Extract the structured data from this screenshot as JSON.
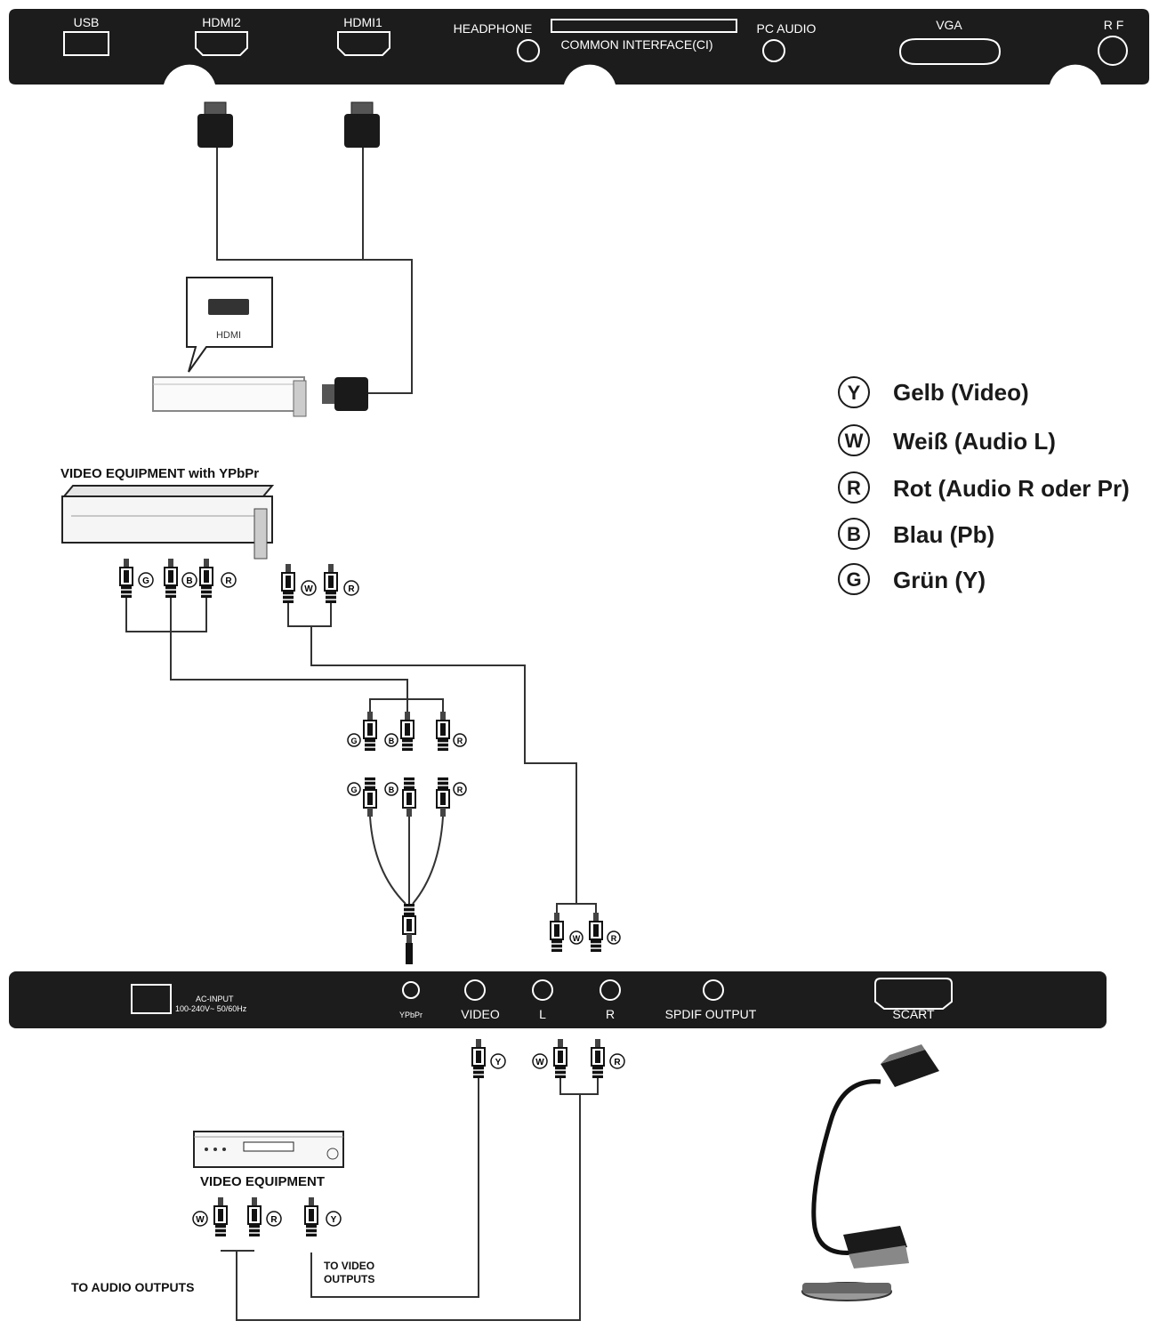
{
  "top_panel": {
    "usb": "USB",
    "hdmi2": "HDMI2",
    "hdmi1": "HDMI1",
    "headphone": "HEADPHONE",
    "common_interface": "COMMON INTERFACE(CI)",
    "pc_audio": "PC AUDIO",
    "vga": "VGA",
    "rf": "R F"
  },
  "hdmi_device": {
    "callout_label": "HDMI"
  },
  "ypbpr_device": {
    "title": "VIDEO EQUIPMENT with YPbPr"
  },
  "bottom_panel": {
    "ac_input_line1": "AC-INPUT",
    "ac_input_line2": "100-240V~ 50/60Hz",
    "ypbpr": "YPbPr",
    "video": "VIDEO",
    "l": "L",
    "r": "R",
    "spdif": "SPDIF OUTPUT",
    "scart": "SCART"
  },
  "video_equipment": {
    "title": "VIDEO EQUIPMENT",
    "to_audio_outputs": "TO AUDIO OUTPUTS",
    "to_video_line1": "TO VIDEO",
    "to_video_line2": "OUTPUTS"
  },
  "legend": [
    {
      "letter": "Y",
      "text": "Gelb (Video)"
    },
    {
      "letter": "W",
      "text": "Weiß (Audio L)"
    },
    {
      "letter": "R",
      "text": "Rot (Audio R oder Pr)"
    },
    {
      "letter": "B",
      "text": "Blau (Pb)"
    },
    {
      "letter": "G",
      "text": "Grün (Y)"
    }
  ],
  "colors": {
    "panel": "#1c1c1c",
    "cable": "#333333",
    "text": "#1a1a1a"
  }
}
